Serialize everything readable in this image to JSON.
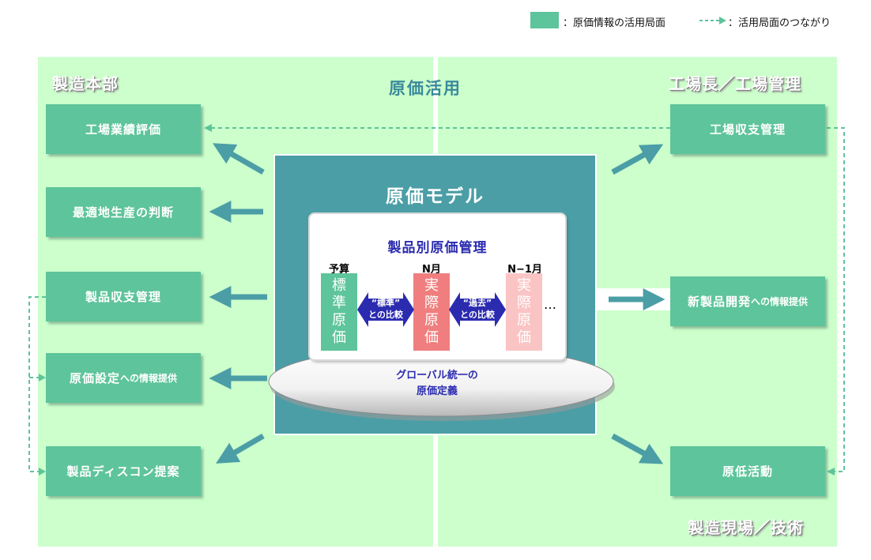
{
  "legend": {
    "box_text": "：原価情報の活用局面",
    "line_text": "：活用局面のつながり"
  },
  "regions": {
    "left": "製造本部",
    "center": "原価活用",
    "right_top": "工場長／工場管理",
    "right_bottom": "製造現場／技術"
  },
  "left_boxes": [
    {
      "label": "工場業績評価",
      "suffix": ""
    },
    {
      "label": "最適地生産の判断",
      "suffix": ""
    },
    {
      "label": "製品収支管理",
      "suffix": ""
    },
    {
      "label": "原価設定",
      "suffix": "への情報提供"
    },
    {
      "label": "製品ディスコン提案",
      "suffix": ""
    }
  ],
  "right_boxes": [
    {
      "label": "工場収支管理",
      "suffix": ""
    },
    {
      "label": "新製品開発",
      "suffix": "への情報提供"
    },
    {
      "label": "原低活動",
      "suffix": ""
    }
  ],
  "model": {
    "title": "原価モデル",
    "card_title": "製品別原価管理",
    "columns": [
      {
        "label": "予算",
        "chars": [
          "標",
          "準",
          "原",
          "価"
        ],
        "color": "#5ec49b"
      },
      {
        "label": "N月",
        "chars": [
          "実",
          "際",
          "原",
          "価"
        ],
        "color": "#f07e7e"
      },
      {
        "label": "N−1月",
        "chars": [
          "実",
          "際",
          "原",
          "価"
        ],
        "color": "#fbc4c4"
      }
    ],
    "compare_left": [
      "“標準”",
      "との比較"
    ],
    "compare_right": [
      "“過去”",
      "との比較"
    ],
    "ellipsis": "…",
    "base_text": [
      "グローバル統一の",
      "原価定義"
    ]
  },
  "colors": {
    "panel": "#ccffcc",
    "box": "#5ec49b",
    "model": "#4b9ea6",
    "arrow": "#4b9ea6",
    "compare_arrow": "#2b2bb0",
    "dashed": "#5ec49b"
  }
}
